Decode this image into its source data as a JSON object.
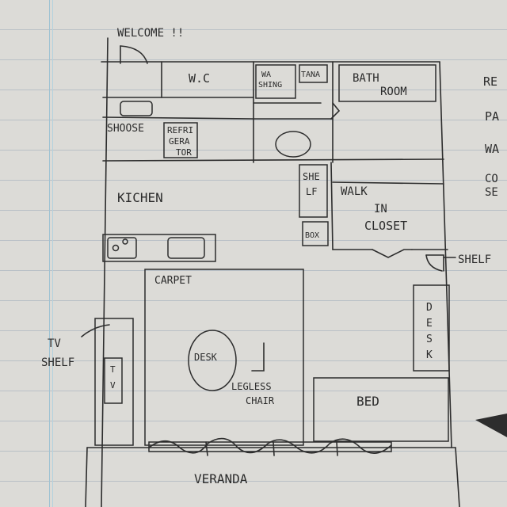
{
  "labels": {
    "welcome": "WELCOME !!",
    "wc": "W.C",
    "washing_1": "WA",
    "washing_2": "SHING",
    "tana": "TANA",
    "bath_1": "BATH",
    "bath_2": "ROOM",
    "shoose": "SHOOSE",
    "refri_1": "REFRI",
    "refri_2": "GERA",
    "refri_3": "TOR",
    "kitchen": "KICHEN",
    "shelf_1": "SHE",
    "shelf_2": "LF",
    "box": "BOX",
    "walk_1": "WALK",
    "walk_2": "IN",
    "walk_3": "CLOSET",
    "carpet": "CARPET",
    "shelf_right": "SHELF",
    "desk_right": [
      "D",
      "E",
      "S",
      "K"
    ],
    "tv_1": "TV",
    "tv_2": "SHELF",
    "tv_box": [
      "T",
      "V"
    ],
    "desk_center": "DESK",
    "legless_1": "LEGLESS",
    "legless_2": "CHAIR",
    "bed": "BED",
    "veranda": "VERANDA",
    "edge_1": "RE",
    "edge_2": "PA",
    "edge_3": "WA",
    "edge_4": "CO",
    "edge_5": "SE"
  }
}
